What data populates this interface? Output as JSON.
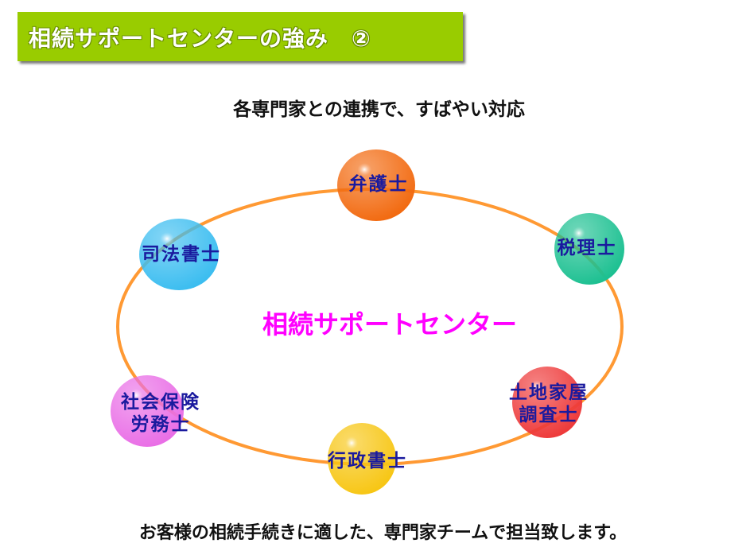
{
  "header": {
    "title": "相続サポートセンターの強み　②"
  },
  "subtitle": "各専門家との連携で、すばやい対応",
  "diagram": {
    "center": "相続サポートセンター",
    "nodes": [
      {
        "label": "弁護士",
        "color": "#f26a10"
      },
      {
        "label": "税理士",
        "color": "#1cc091"
      },
      {
        "label": "土地家屋\n調査士",
        "color": "#ee3a3a"
      },
      {
        "label": "行政書士",
        "color": "#f7c614"
      },
      {
        "label": "社会保険\n労務士",
        "color": "#e96ee6"
      },
      {
        "label": "司法書士",
        "color": "#3bbdf0"
      }
    ],
    "ring_color": "#ff9933"
  },
  "footer": "お客様の相続手続きに適した、専門家チームで担当致します。"
}
